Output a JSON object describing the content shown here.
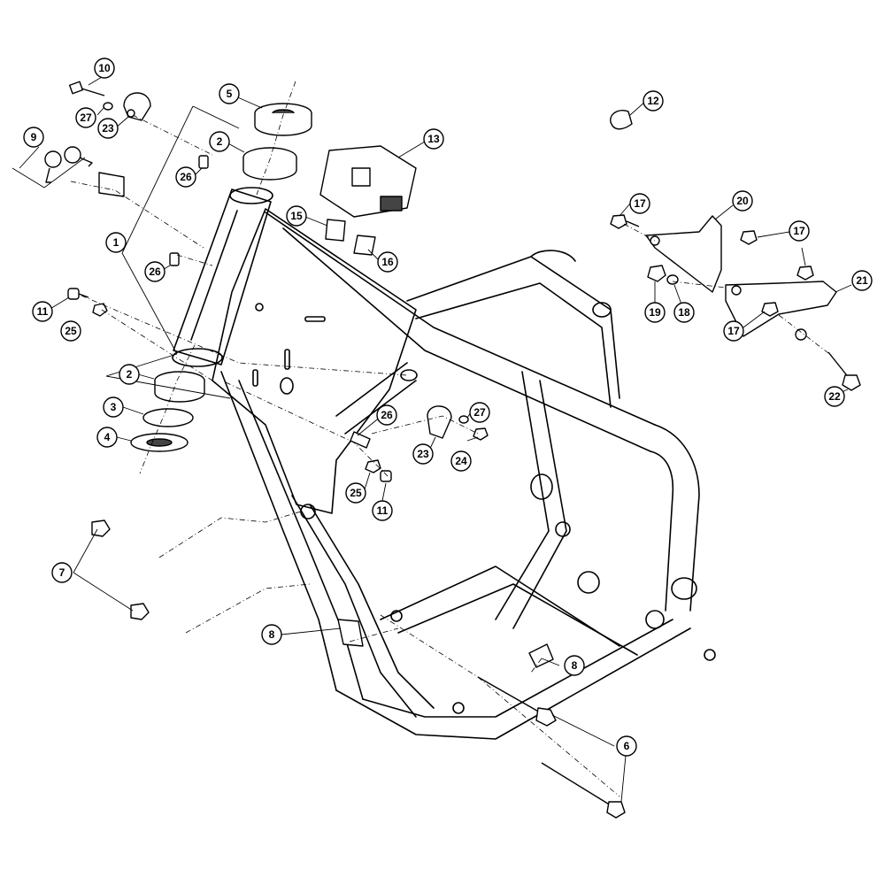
{
  "callouts": [
    {
      "id": "1",
      "label": "1"
    },
    {
      "id": "2a",
      "label": "2"
    },
    {
      "id": "2b",
      "label": "2"
    },
    {
      "id": "3",
      "label": "3"
    },
    {
      "id": "4",
      "label": "4"
    },
    {
      "id": "5",
      "label": "5"
    },
    {
      "id": "6",
      "label": "6"
    },
    {
      "id": "7",
      "label": "7"
    },
    {
      "id": "8a",
      "label": "8"
    },
    {
      "id": "8b",
      "label": "8"
    },
    {
      "id": "9",
      "label": "9"
    },
    {
      "id": "10",
      "label": "10"
    },
    {
      "id": "11a",
      "label": "11"
    },
    {
      "id": "11b",
      "label": "11"
    },
    {
      "id": "12",
      "label": "12"
    },
    {
      "id": "13",
      "label": "13"
    },
    {
      "id": "15",
      "label": "15"
    },
    {
      "id": "16",
      "label": "16"
    },
    {
      "id": "17a",
      "label": "17"
    },
    {
      "id": "17b",
      "label": "17"
    },
    {
      "id": "17c",
      "label": "17"
    },
    {
      "id": "18",
      "label": "18"
    },
    {
      "id": "19",
      "label": "19"
    },
    {
      "id": "20",
      "label": "20"
    },
    {
      "id": "21",
      "label": "21"
    },
    {
      "id": "22",
      "label": "22"
    },
    {
      "id": "23a",
      "label": "23"
    },
    {
      "id": "23b",
      "label": "23"
    },
    {
      "id": "24",
      "label": "24"
    },
    {
      "id": "25a",
      "label": "25"
    },
    {
      "id": "25b",
      "label": "25"
    },
    {
      "id": "26a",
      "label": "26"
    },
    {
      "id": "26b",
      "label": "26"
    },
    {
      "id": "26c",
      "label": "26"
    },
    {
      "id": "27a",
      "label": "27"
    },
    {
      "id": "27b",
      "label": "27"
    }
  ]
}
